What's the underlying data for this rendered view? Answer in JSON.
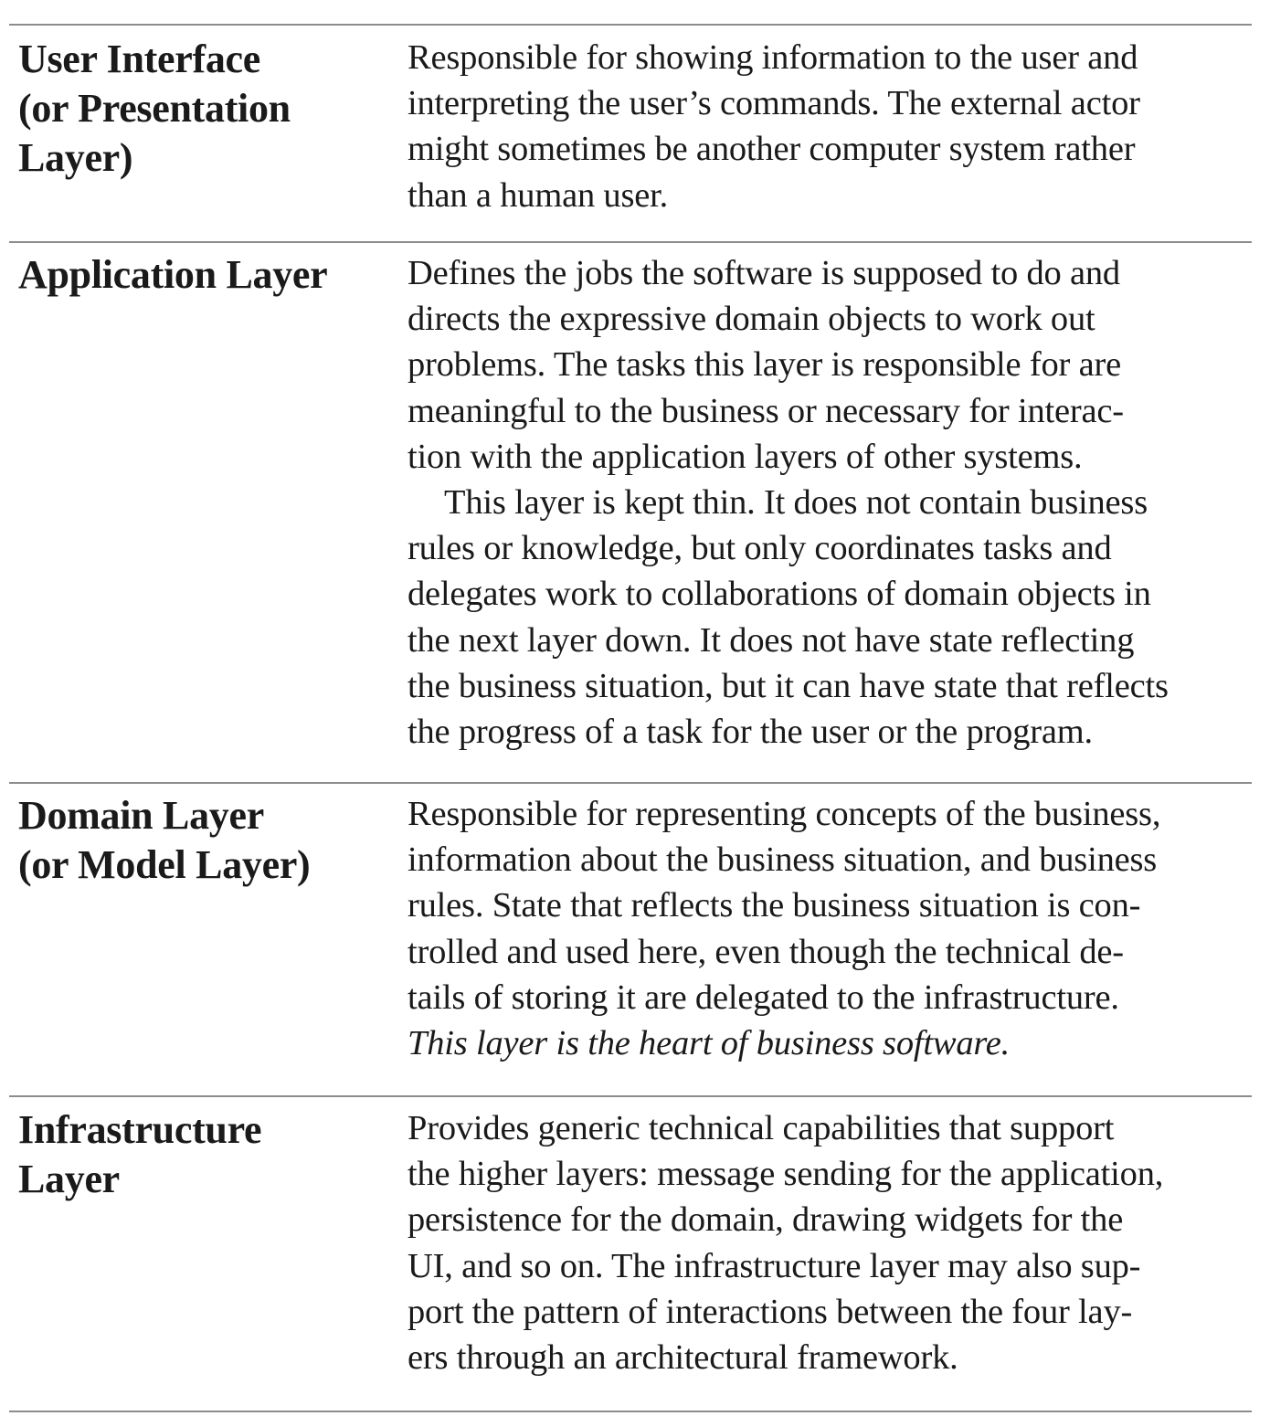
{
  "rows": [
    {
      "term_lines": [
        "User Interface",
        "(or Presentation",
        "Layer)"
      ],
      "desc_lines": [
        "Responsible for showing information to the user and",
        "interpreting the user’s commands. The external actor",
        "might sometimes be another computer system rather",
        "than a human user."
      ]
    },
    {
      "term_lines": [
        "Application Layer"
      ],
      "desc_lines": [
        "Defines the jobs the software is supposed to do and",
        "directs the expressive domain objects to work out",
        "problems. The tasks this layer is responsible for are",
        "meaningful to the business or necessary for interac-",
        "tion with the application layers of other systems.",
        "This layer is kept thin. It does not contain business",
        "rules or knowledge, but only coordinates tasks and",
        "delegates work to collaborations of domain objects in",
        "the next layer down. It does not have state reflecting",
        "the business situation, but it can have state that reflects",
        "the progress of a task for the user or the program."
      ]
    },
    {
      "term_lines": [
        "Domain Layer",
        "(or Model Layer)"
      ],
      "desc_lines": [
        "Responsible for representing concepts of the business,",
        "information about the business situation, and business",
        "rules. State that reflects the business situation is con-",
        "trolled and used here, even though the technical de-",
        "tails of storing it are delegated to the infrastructure.",
        "This layer is the heart of business software."
      ]
    },
    {
      "term_lines": [
        "Infrastructure",
        "Layer"
      ],
      "desc_lines": [
        "Provides generic technical capabilities that support",
        "the higher layers: message sending for the application,",
        "persistence for the domain, drawing widgets for the",
        "UI, and so on. The infrastructure layer may also sup-",
        "port the pattern of interactions between the four lay-",
        "ers through an architectural framework."
      ]
    }
  ]
}
